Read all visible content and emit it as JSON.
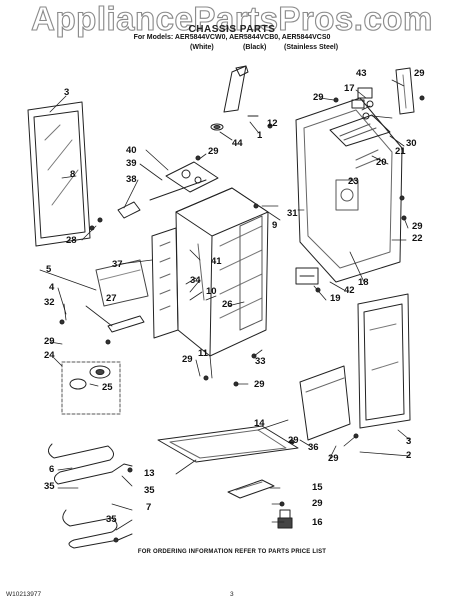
{
  "watermark": "AppliancePartsPros.com",
  "title": "CHASSIS PARTS",
  "models_line": "For Models: AER5844VCW0, AER5844VCB0, AER5844VCS0",
  "variants": [
    "(White)",
    "(Black)",
    "(Stainless Steel)"
  ],
  "callouts": {
    "c1": "1",
    "c2": "2",
    "c3a": "3",
    "c3b": "3",
    "c4": "4",
    "c5": "5",
    "c6": "6",
    "c7": "7",
    "c8": "8",
    "c9": "9",
    "c10": "10",
    "c11": "11",
    "c12": "12",
    "c13": "13",
    "c14": "14",
    "c15": "15",
    "c16": "16",
    "c17": "17",
    "c18": "18",
    "c19": "19",
    "c20": "20",
    "c21": "21",
    "c22": "22",
    "c23": "23",
    "c24": "24",
    "c25": "25",
    "c26": "26",
    "c27": "27",
    "c28": "28",
    "c29a": "29",
    "c29b": "29",
    "c29c": "29",
    "c29d": "29",
    "c29e": "29",
    "c29f": "29",
    "c29g": "29",
    "c29h": "29",
    "c29i": "29",
    "c29j": "29",
    "c30": "30",
    "c31": "31",
    "c32": "32",
    "c33": "33",
    "c34": "34",
    "c35a": "35",
    "c35b": "35",
    "c35c": "35",
    "c36": "36",
    "c37": "37",
    "c38": "38",
    "c39": "39",
    "c40": "40",
    "c41": "41",
    "c42": "42",
    "c43": "43",
    "c44": "44"
  },
  "footer": "FOR ORDERING INFORMATION REFER TO PARTS PRICE LIST",
  "doc_number": "W10213977",
  "page_number": "3"
}
